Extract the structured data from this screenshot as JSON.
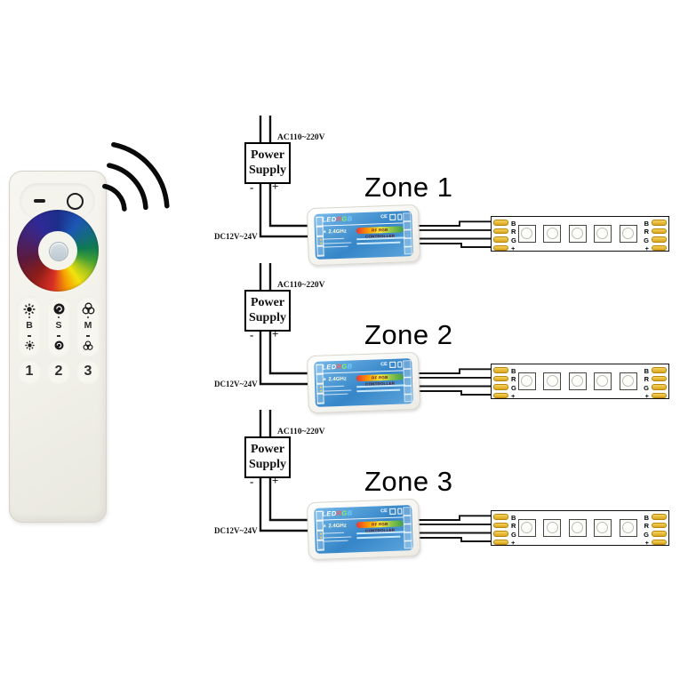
{
  "remote": {
    "function_letters": [
      "B",
      "S",
      "M"
    ],
    "zone_numbers": [
      "1",
      "2",
      "3"
    ]
  },
  "zones": [
    {
      "title": "Zone 1",
      "ac_label": "AC110~220V",
      "psu_label": "Power Supply",
      "neg": "-",
      "pos": "+",
      "dc_label": "DC12V~24V",
      "controller": {
        "brand": "LED",
        "rgb_letters": [
          "R",
          "G",
          "B"
        ],
        "freq": "2.4GHz",
        "cert": "CE",
        "bar_text": "RF RGB CONTROLLER"
      },
      "strip": {
        "pads_left": [
          "B",
          "R",
          "G",
          "+"
        ],
        "pads_right": [
          "B",
          "R",
          "G",
          "+"
        ],
        "led_count": 5
      }
    },
    {
      "title": "Zone 2",
      "ac_label": "AC110~220V",
      "psu_label": "Power Supply",
      "neg": "-",
      "pos": "+",
      "dc_label": "DC12V~24V",
      "controller": {
        "brand": "LED",
        "rgb_letters": [
          "R",
          "G",
          "B"
        ],
        "freq": "2.4GHz",
        "cert": "CE",
        "bar_text": "RF RGB CONTROLLER"
      },
      "strip": {
        "pads_left": [
          "B",
          "R",
          "G",
          "+"
        ],
        "pads_right": [
          "B",
          "R",
          "G",
          "+"
        ],
        "led_count": 5
      }
    },
    {
      "title": "Zone 3",
      "ac_label": "AC110~220V",
      "psu_label": "Power Supply",
      "neg": "-",
      "pos": "+",
      "dc_label": "DC12V~24V",
      "controller": {
        "brand": "LED",
        "rgb_letters": [
          "R",
          "G",
          "B"
        ],
        "freq": "2.4GHz",
        "cert": "CE",
        "bar_text": "RF RGB CONTROLLER"
      },
      "strip": {
        "pads_left": [
          "B",
          "R",
          "G",
          "+"
        ],
        "pads_right": [
          "B",
          "R",
          "G",
          "+"
        ],
        "led_count": 5
      }
    }
  ],
  "colors": {
    "wire": "#111111",
    "pad_gold": "#e8b838",
    "controller_blue": "#3585c8",
    "rgb_r": "#ff5a5a",
    "rgb_g": "#8cf06a",
    "rgb_b": "#6ad0ff"
  }
}
